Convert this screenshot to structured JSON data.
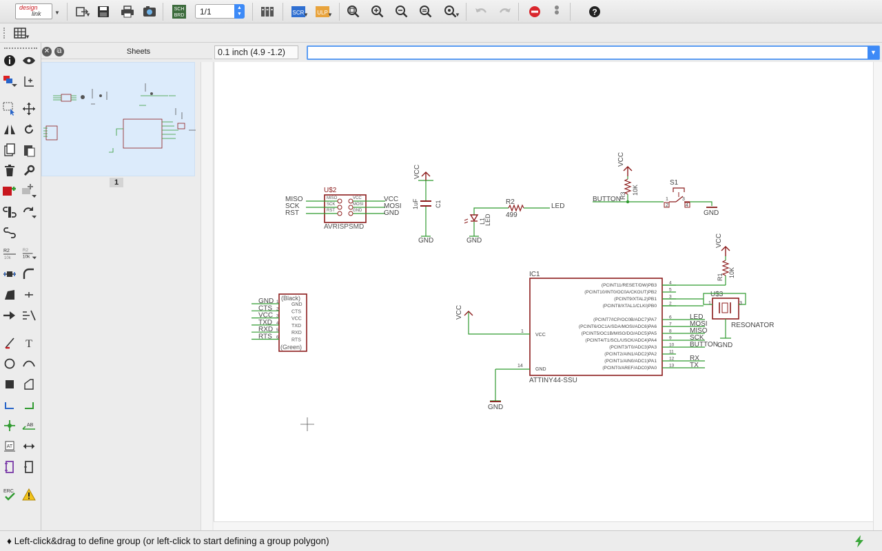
{
  "app": {
    "logo_line1": "design",
    "logo_line2": "link"
  },
  "toolbar": {
    "sheet_value": "1/1",
    "scr_label": "SCR",
    "ulp_label": "ULP",
    "sch_brd_label": "SCH BRD"
  },
  "sheets_panel": {
    "title": "Sheets",
    "sheet_number": "1"
  },
  "command_bar": {
    "coordinates": "0.1 inch (4.9 -1.2)",
    "command_value": ""
  },
  "palette": {
    "r2_label": "R2",
    "r2_value": "10k",
    "erc_label": "ERC",
    "ab_label": "AB"
  },
  "status": {
    "message": "Left-click&drag to define group (or left-click to start defining a group polygon)"
  },
  "colors": {
    "net": "#2f9a2f",
    "part": "#8b1a1a",
    "cmd_border": "#5a9cf3",
    "accent": "#3d8af7"
  },
  "schematic": {
    "isp": {
      "name": "U$2",
      "value": "AVRISPSMD",
      "left_nets": [
        "MISO",
        "SCK",
        "RST"
      ],
      "right_nets": [
        "VCC",
        "MOSI",
        "GND"
      ],
      "left_pins": [
        "MISO",
        "SCK",
        "RST"
      ],
      "right_pins": [
        "VCC",
        "MOSI",
        "GND"
      ]
    },
    "cap": {
      "name": "C1",
      "value": "1uF",
      "vcc": "VCC",
      "gnd": "GND"
    },
    "led": {
      "name": "L1",
      "value": "LED",
      "gnd": "GND"
    },
    "r2": {
      "name": "R2",
      "value": "499",
      "net": "LED"
    },
    "r3": {
      "name": "R3",
      "value": "10K",
      "vcc": "VCC",
      "net": "BUTTON"
    },
    "switch": {
      "name": "S1",
      "pin1": "1",
      "pin2": "2",
      "pin3": "3",
      "pin4": "4",
      "gnd": "GND"
    },
    "ftdi": {
      "top": "(Black)",
      "bottom": "(Green)",
      "nets": [
        "GND",
        "CTS",
        "VCC",
        "TXD",
        "RXD",
        "RTS"
      ],
      "pins": [
        "GND",
        "CTS",
        "VCC",
        "TXD",
        "RXD",
        "RTS"
      ],
      "nums": [
        "1",
        "2",
        "3",
        "4",
        "5",
        "6"
      ]
    },
    "mcu": {
      "name": "IC1",
      "value": "ATTINY44-SSU",
      "vcc_pin": "VCC",
      "gnd_pin": "GND",
      "vcc_num": "1",
      "gnd_num": "14",
      "pins": [
        "(PCINT11/RESET/DW)PB3",
        "(PCINT10/INT0/OC0A/CKOUT)PB2",
        "(PCINT9/XTAL2)PB1",
        "(PCINT8/XTAL1/CLKI)PB0",
        "(PCINT7/ICP/OC0B/ADC7)PA7",
        "(PCINT6/OC1A/SDA/MOSI/ADC6)PA6",
        "(PCINT5/OC1B/MISO/DO/ADC5)PA5",
        "(PCINT4/T1/SCL/USCK/ADC4)PA4",
        "(PCINT3/T0/ADC3)PA3",
        "(PCINT2/AIN1/ADC2)PA2",
        "(PCINT1/AIN0/ADC1)PA1",
        "(PCINT0/AREF/ADC0)PA0"
      ],
      "nums": [
        "4",
        "5",
        "3",
        "2",
        "6",
        "7",
        "8",
        "9",
        "10",
        "11",
        "12",
        "13"
      ],
      "nets": [
        "",
        "",
        "",
        "",
        "LED",
        "MOSI",
        "MISO",
        "SCK",
        "BUTTON",
        "",
        "RX",
        "TX"
      ],
      "vcc": "VCC",
      "gnd": "GND"
    },
    "r1": {
      "name": "R1",
      "value": "10K",
      "vcc": "VCC"
    },
    "resonator": {
      "name": "U$3",
      "value": "RESONATOR",
      "p1": "1",
      "p3": "3",
      "gnd": "GND"
    }
  }
}
